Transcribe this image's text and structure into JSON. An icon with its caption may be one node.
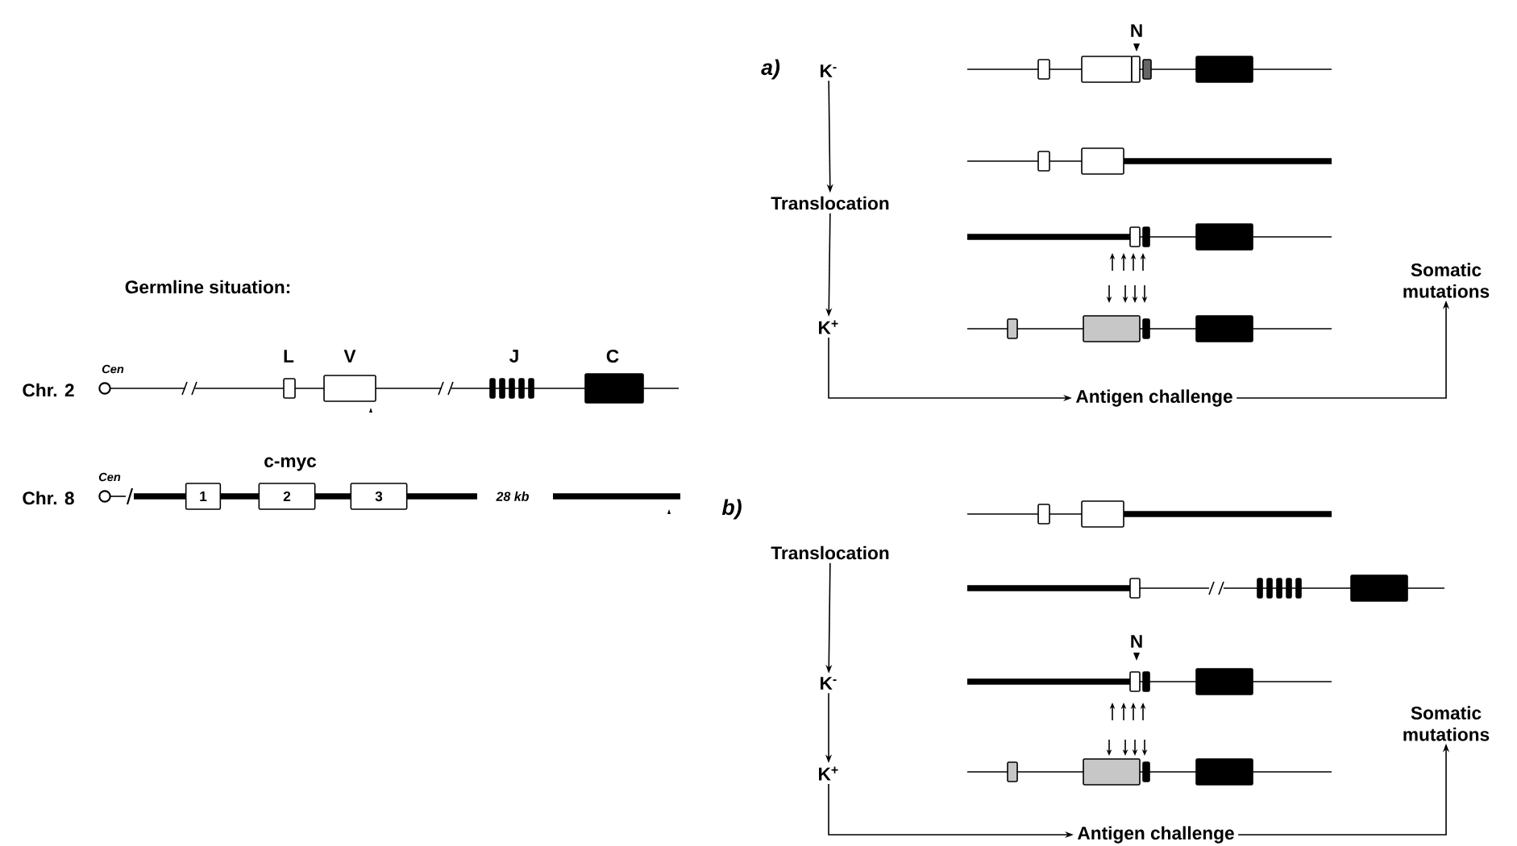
{
  "diagram": {
    "nodes": [
      {
        "text": [
          "1"
        ]
      },
      {
        "text": [
          "2"
        ]
      },
      {
        "text": [
          "3"
        ]
      },
      {
        "text": [
          "K$^{-}$"
        ]
      },
      {
        "text": [
          "Translocation"
        ]
      },
      {
        "text": [
          "K$^{+}$"
        ]
      },
      {
        "text": [
          "Antigen challenge"
        ]
      },
      {
        "text": [
          "Somatic mutations"
        ]
      },
      {
        "text": [
          "Translocation"
        ]
      },
      {
        "text": [
          "K$^{-}$"
        ]
      },
      {
        "text": [
          "K$^{+}$"
        ]
      },
      {
        "text": [
          "Antigen challenge"
        ]
      },
      {
        "text": [
          "Somatic mutations"
        ]
      }
    ],
    "edges": [
      {
        "from": 3,
        "to": 4,
        "arrow": "to"
      },
      {
        "from": 4,
        "to": 5,
        "arrow": "to"
      },
      {
        "from": 5,
        "to": 6,
        "arrow": "to"
      },
      {
        "from": 6,
        "to": 7,
        "arrow": "to"
      },
      {
        "from": 8,
        "to": 9,
        "arrow": "to"
      },
      {
        "from": 9,
        "to": 10,
        "arrow": "to"
      },
      {
        "from": 10,
        "to": 11,
        "arrow": "to"
      },
      {
        "from": 11,
        "to": 12,
        "arrow": "to"
      }
    ],
    "labels": [
      "Germline situation:",
      "Cen",
      "L",
      "V",
      "J",
      "C",
      "Chr. 2",
      "c-myc",
      "Cen",
      "Chr. 8",
      "28 kb",
      "a)",
      "N",
      "b)",
      "N"
    ]
  }
}
